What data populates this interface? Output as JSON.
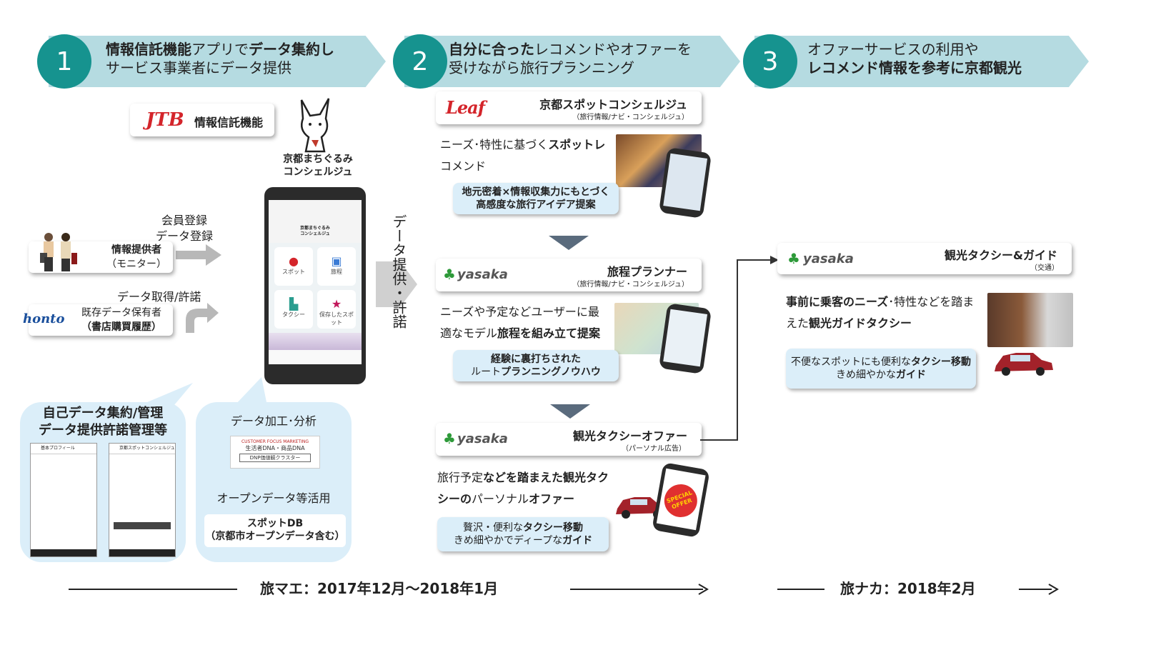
{
  "steps": [
    {
      "num": "1",
      "line1_bold": "情報信託機能",
      "line1_rest": "アプリで",
      "line1_bold2": "データ集約し",
      "line2": "サービス事業者にデータ提供"
    },
    {
      "num": "2",
      "line1_bold": "自分に合った",
      "line1_rest": "レコメンドやオファーを",
      "line2": "受けながら旅行プランニング"
    },
    {
      "num": "3",
      "line1": "オファーサービスの利用や",
      "line2_bold": "レコメンド情報を参考に京都観光"
    }
  ],
  "left": {
    "jtb_logo": "JTB",
    "jtb_label": "情報信託機能",
    "app_name_line1": "京都まちぐるみ",
    "app_name_line2": "コンシェルジュ",
    "register_line1": "会員登録",
    "register_line2": "データ登録",
    "provider_line1": "情報提供者",
    "provider_line2": "（モニター）",
    "acquire_label": "データ取得/許諾",
    "honto_logo": "honto",
    "holder_line1": "既存データ保有者",
    "holder_line2": "（書店購買履歴）",
    "self_mgmt_line1": "自己データ集約/管理",
    "self_mgmt_line2": "データ提供許諾管理等",
    "process_label": "データ加工･分析",
    "dnp_line1": "CUSTOMER FOCUS MARKETING",
    "dnp_line2": "生活者DNA・商品DNA",
    "dnp_line3": "DNP価値観クラスター",
    "opendata_label": "オープンデータ等活用",
    "spotdb_line1": "スポットDB",
    "spotdb_line2": "（京都市オープンデータ含む）",
    "screen_title_line1": "京都まちぐるみ",
    "screen_title_line2": "コンシェルジュ",
    "tiles": [
      "スポット",
      "旅程",
      "タクシー",
      "保存したスポット"
    ],
    "screen_left_title": "基本プロフィール",
    "screen_right_title": "京都スポットコンシェルジュ"
  },
  "provide_label": "データ提供・許諾",
  "middle": {
    "leaf_logo": "Leaf",
    "service1_title": "京都スポットコンシェルジュ",
    "service1_sub": "（旅行情報/ナビ・コンシェルジュ）",
    "service1_desc_a": "ニーズ･特性に基づく",
    "service1_desc_b": "スポットレ",
    "service1_desc_c": "コメンド",
    "service1_bubble_line1": "地元密着×情報収集力にもとづく",
    "service1_bubble_line2": "高感度な旅行アイデア提案",
    "yasaka_logo": "yasaka",
    "service2_title": "旅程プランナー",
    "service2_sub": "（旅行情報/ナビ・コンシェルジュ）",
    "service2_desc_a": "ニーズや予定などユーザーに最",
    "service2_desc_b": "適なモデル",
    "service2_desc_c": "旅程を組み立て提案",
    "service2_bubble_line1": "経験に裏打ちされた",
    "service2_bubble_line2a": "ルート",
    "service2_bubble_line2b": "プランニングノウハウ",
    "service3_title": "観光タクシーオファー",
    "service3_sub": "（パーソナル広告）",
    "service3_desc_a": "旅行予定",
    "service3_desc_b": "などを踏まえた",
    "service3_desc_c": "観光タク",
    "service3_desc_d": "シーの",
    "service3_desc_e": "パーソナル",
    "service3_desc_f": "オファー",
    "service3_bubble_line1a": "贅沢・便利な",
    "service3_bubble_line1b": "タクシー移動",
    "service3_bubble_line2a": "きめ細やかでディープな",
    "service3_bubble_line2b": "ガイド",
    "special_offer": "SPECIAL OFFER"
  },
  "right": {
    "service4_title": "観光タクシー&ガイド",
    "service4_sub": "（交通）",
    "desc_a": "事前に乗客のニーズ",
    "desc_b": "･特性などを踏ま",
    "desc_c": "えた",
    "desc_d": "観光ガイドタクシー",
    "bubble_line1a": "不便なスポットにも便利な",
    "bubble_line1b": "タクシー移動",
    "bubble_line2a": "きめ細やかな",
    "bubble_line2b": "ガイド"
  },
  "timeline": {
    "phase1": "旅マエ：2017年12月～2018年1月",
    "phase2": "旅ナカ：2018年2月"
  },
  "colors": {
    "teal": "#16938f",
    "banner": "#b5dbe1",
    "bubble": "#dbeef9",
    "leaf_red": "#d4252b",
    "yasaka_green": "#2e9a3a"
  }
}
